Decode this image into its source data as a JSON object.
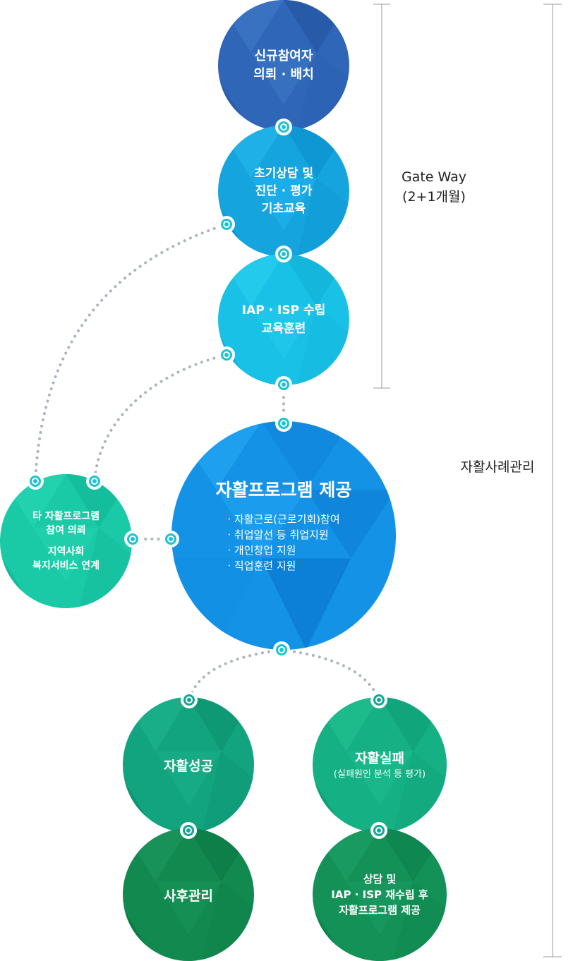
{
  "circles": {
    "c1": {
      "lines": [
        "신규참여자",
        "의뢰 · 배치"
      ]
    },
    "c2": {
      "lines": [
        "초기상담 및",
        "진단 · 평가",
        "기초교육"
      ]
    },
    "c3": {
      "lines": [
        "IAP · ISP 수립",
        "교육훈련"
      ]
    },
    "main": {
      "title": "자활프로그램 제공",
      "bullets": [
        "· 자활근로(근로기회)참여",
        "· 취업알선 등 취업지원",
        "· 개인창업 지원",
        "· 직업훈련 지원"
      ]
    },
    "side": {
      "lines": [
        "타 자활프로그램",
        "참여 의뢰"
      ],
      "lines2": [
        "지역사회",
        "복지서비스 연계"
      ]
    },
    "success": {
      "lines": [
        "자활성공"
      ]
    },
    "fail": {
      "title": "자활실패",
      "sub": "(실패원인 분석 등 평가)"
    },
    "after": {
      "lines": [
        "사후관리"
      ]
    },
    "retry": {
      "lines": [
        "상담 및",
        "IAP · ISP 재수립 후",
        "자활프로그램 제공"
      ]
    }
  },
  "labels": {
    "gateway": [
      "Gate Way",
      "(2+1개월)"
    ],
    "case": "자활사례관리"
  },
  "colors": {
    "c1": "#2f66b8",
    "c2": "#15a4de",
    "c3": "#1ac1e6",
    "main": "#1493e6",
    "side": "#1ac9a6",
    "success": "#12a47e",
    "fail": "#15b083",
    "after": "#12894f",
    "retry": "#139157",
    "node": "#1cc3d2",
    "dots": "#aab4c0",
    "bracket": "#999999"
  }
}
